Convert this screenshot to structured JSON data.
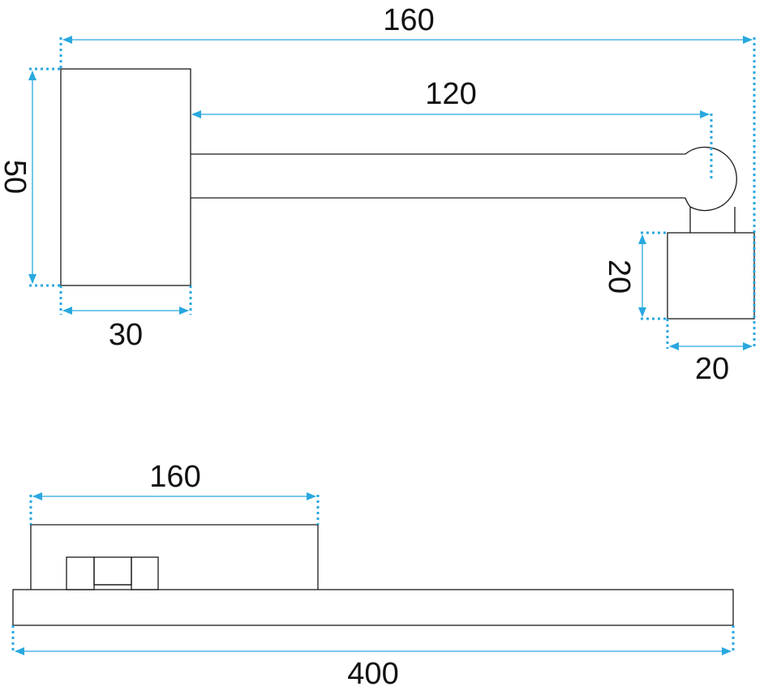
{
  "top_view": {
    "dimensions": {
      "overall_length": "160",
      "arm_length": "120",
      "base_height": "50",
      "base_width": "30",
      "head_height": "20",
      "head_width": "20"
    }
  },
  "front_view": {
    "dimensions": {
      "base_length": "160",
      "lamp_length": "400"
    }
  },
  "colors": {
    "dimension_lines": "#29a8df",
    "outline": "#1a1a1a",
    "text": "#111111"
  }
}
